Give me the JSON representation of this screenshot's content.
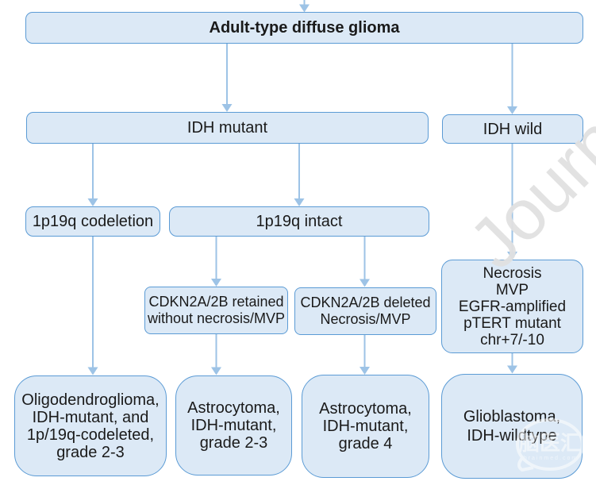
{
  "colors": {
    "box_fill": "#dce9f6",
    "box_border": "#5b9bd5",
    "arrow": "#9dc3e6",
    "text": "#1a1a1a",
    "watermark_gray": "#e1e1e1",
    "logo_white": "#ffffff"
  },
  "nodes": {
    "root": {
      "label": "Adult-type diffuse glioma"
    },
    "idh_mutant": {
      "label": "IDH mutant"
    },
    "idh_wild": {
      "label": "IDH wild"
    },
    "codeletion": {
      "label": "1p19q codeletion"
    },
    "intact": {
      "label": "1p19q intact"
    },
    "cdkn_retained": {
      "lines": [
        "CDKN2A/2B retained",
        "without necrosis/MVP"
      ]
    },
    "cdkn_deleted": {
      "lines": [
        "CDKN2A/2B deleted",
        "Necrosis/MVP"
      ]
    },
    "idh_wild_features": {
      "lines": [
        "Necrosis",
        "MVP",
        "EGFR-amplified",
        "pTERT mutant",
        "chr+7/-10"
      ]
    },
    "oligodendroglioma": {
      "lines": [
        "Oligodendroglioma,",
        "IDH-mutant, and",
        "1p/19q-codeleted,",
        "grade 2-3"
      ]
    },
    "astrocytoma_g23": {
      "lines": [
        "Astrocytoma,",
        "IDH-mutant,",
        "grade 2-3"
      ]
    },
    "astrocytoma_g4": {
      "lines": [
        "Astrocytoma,",
        "IDH-mutant,",
        "grade 4"
      ]
    },
    "glioblastoma": {
      "lines": [
        "Glioblastoma,",
        "IDH-wildtype"
      ]
    }
  },
  "watermarks": {
    "journal": {
      "text": "Journal Pre-proof"
    },
    "logo": {
      "text": "脑医汇",
      "subtext": "brainmed.com"
    }
  }
}
